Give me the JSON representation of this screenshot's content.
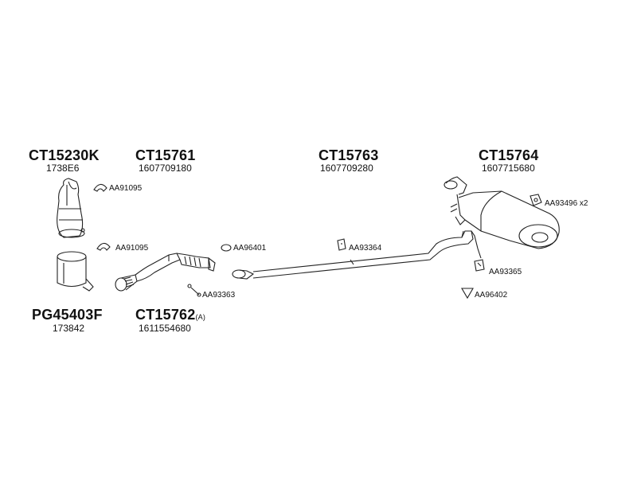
{
  "groups": [
    {
      "code": "CT15230K",
      "ref": "1738E6",
      "suffix": ""
    },
    {
      "code": "CT15761",
      "ref": "1607709180",
      "suffix": ""
    },
    {
      "code": "CT15763",
      "ref": "1607709280",
      "suffix": ""
    },
    {
      "code": "CT15764",
      "ref": "1607715680",
      "suffix": ""
    },
    {
      "code": "PG45403F",
      "ref": "173842",
      "suffix": ""
    },
    {
      "code": "CT15762",
      "ref": "1611554680",
      "suffix": "(A)"
    }
  ],
  "accessories": [
    {
      "label": "AA91095",
      "icon": "clamp-icon"
    },
    {
      "label": "AA91095",
      "icon": "clamp-icon"
    },
    {
      "label": "AA96401",
      "icon": "gasket-icon"
    },
    {
      "label": "AA93364",
      "icon": "rubber-hanger-icon"
    },
    {
      "label": "AA93363",
      "icon": "bolt-kit-icon"
    },
    {
      "label": "AA93496 x2",
      "icon": "rubber-hanger-icon"
    },
    {
      "label": "AA93365",
      "icon": "rubber-hanger-icon"
    },
    {
      "label": "AA96402",
      "icon": "gasket-icon"
    }
  ]
}
